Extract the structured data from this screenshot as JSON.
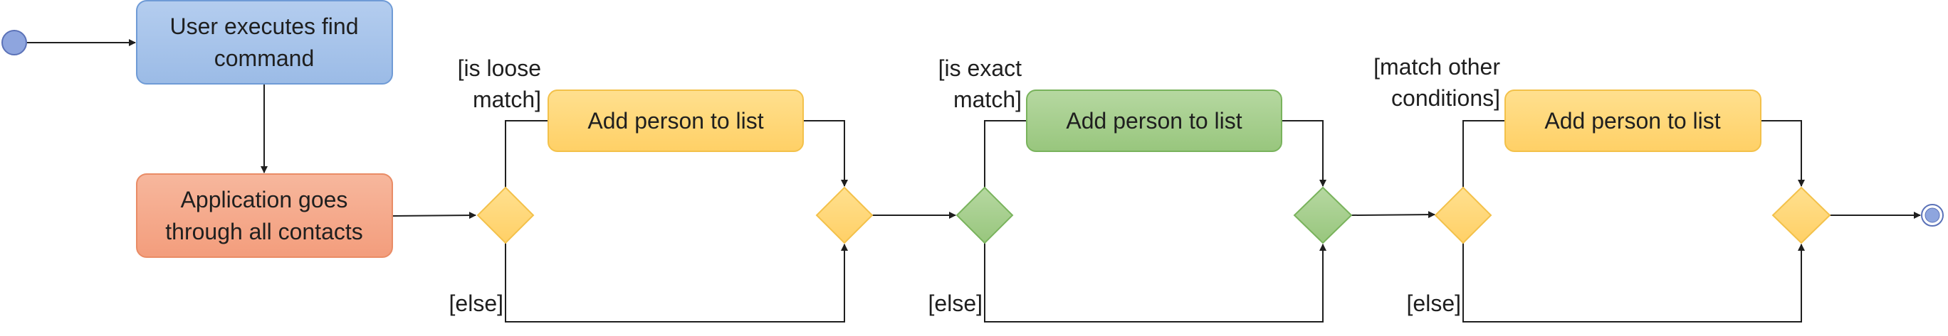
{
  "nodes": {
    "start": {
      "type": "initial"
    },
    "user_executes": {
      "label_lines": [
        "User executes find",
        "command"
      ],
      "color": "blue"
    },
    "app_goes_through": {
      "label_lines": [
        "Application goes",
        "through all contacts"
      ],
      "color": "orange"
    },
    "add_loose": {
      "label": "Add person to list",
      "color": "yellow"
    },
    "add_exact": {
      "label": "Add person to list",
      "color": "green"
    },
    "add_other": {
      "label": "Add person to list",
      "color": "yellow"
    },
    "end": {
      "type": "final"
    }
  },
  "guards": {
    "loose": [
      "[is loose",
      "match]"
    ],
    "exact": [
      "[is exact",
      "match]"
    ],
    "other": [
      "[match other",
      "conditions]"
    ],
    "else_1": "[else]",
    "else_2": "[else]",
    "else_3": "[else]"
  },
  "colors": {
    "blue_fill": "#a9c4e8",
    "blue_stroke": "#6f9bd6",
    "orange_fill": "#f5a98a",
    "orange_stroke": "#e98c66",
    "yellow_fill": "#ffd77a",
    "yellow_stroke": "#f3c14a",
    "green_fill": "#a5cf8d",
    "green_stroke": "#79b35c",
    "circle_fill": "#8ea5de",
    "circle_stroke": "#5b72b8",
    "line": "#1f1f1f"
  }
}
